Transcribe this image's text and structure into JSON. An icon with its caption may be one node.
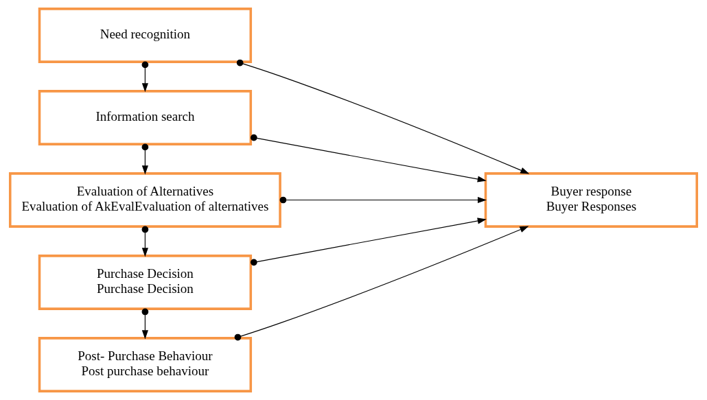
{
  "diagram": {
    "nodes": [
      {
        "text": [
          "Need recognition"
        ]
      },
      {
        "text": [
          "Information search"
        ]
      },
      {
        "text": [
          "Evaluation of Alternatives",
          "Evaluation of AkEvalEvaluation of alternatives"
        ]
      },
      {
        "text": [
          "Purchase Decision",
          "Purchase Decision"
        ]
      },
      {
        "text": [
          "Post- Purchase Behaviour",
          "Post purchase behaviour"
        ]
      },
      {
        "text": [
          "Buyer response",
          "Buyer Responses"
        ]
      }
    ],
    "edges": [
      {
        "from": 0,
        "to": 1,
        "arrow": "to"
      },
      {
        "from": 1,
        "to": 2,
        "arrow": "to"
      },
      {
        "from": 2,
        "to": 3,
        "arrow": "to"
      },
      {
        "from": 3,
        "to": 4,
        "arrow": "to"
      },
      {
        "from": 0,
        "to": 5,
        "arrow": "to"
      },
      {
        "from": 1,
        "to": 5,
        "arrow": "to"
      },
      {
        "from": 2,
        "to": 5,
        "arrow": "to"
      },
      {
        "from": 3,
        "to": 5,
        "arrow": "to"
      },
      {
        "from": 4,
        "to": 5,
        "arrow": "to"
      }
    ]
  }
}
